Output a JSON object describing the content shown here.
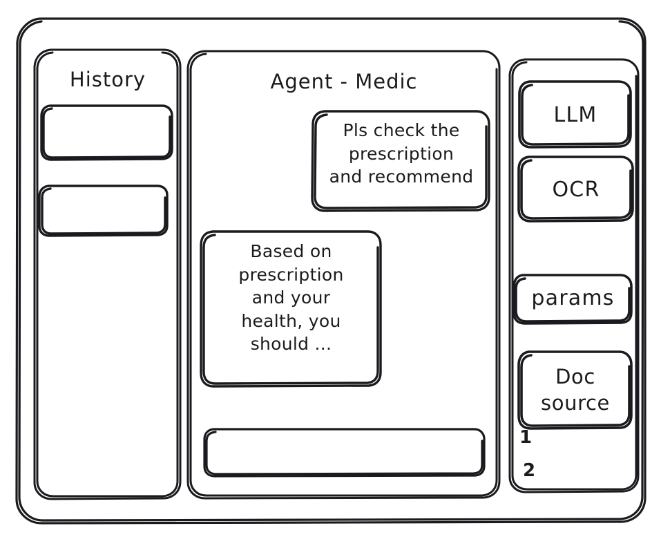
{
  "window": {
    "name": "agent-wireframe-window"
  },
  "sidebar_left": {
    "title": "History",
    "items": [
      {
        "label": "",
        "name": "history-item-1"
      },
      {
        "label": "",
        "name": "history-item-2"
      }
    ]
  },
  "main": {
    "title": "Agent - Medic",
    "messages": [
      {
        "role": "user",
        "text": "Pls check the\nprescription\nand recommend"
      },
      {
        "role": "assistant",
        "text": "Based on\nprescription\nand your\nhealth, you\nshould ..."
      }
    ],
    "composer": {
      "value": "",
      "placeholder": ""
    }
  },
  "sidebar_right": {
    "tools": [
      {
        "label": "LLM",
        "name": "tool-llm"
      },
      {
        "label": "OCR",
        "name": "tool-ocr"
      },
      {
        "label": "params",
        "name": "tool-params"
      },
      {
        "label": "Doc\nsource",
        "name": "tool-doc-source"
      }
    ],
    "source_list": [
      {
        "label": "1"
      },
      {
        "label": "2"
      }
    ]
  },
  "colors": {
    "stroke": "#1b1b1f",
    "background": "#ffffff"
  }
}
